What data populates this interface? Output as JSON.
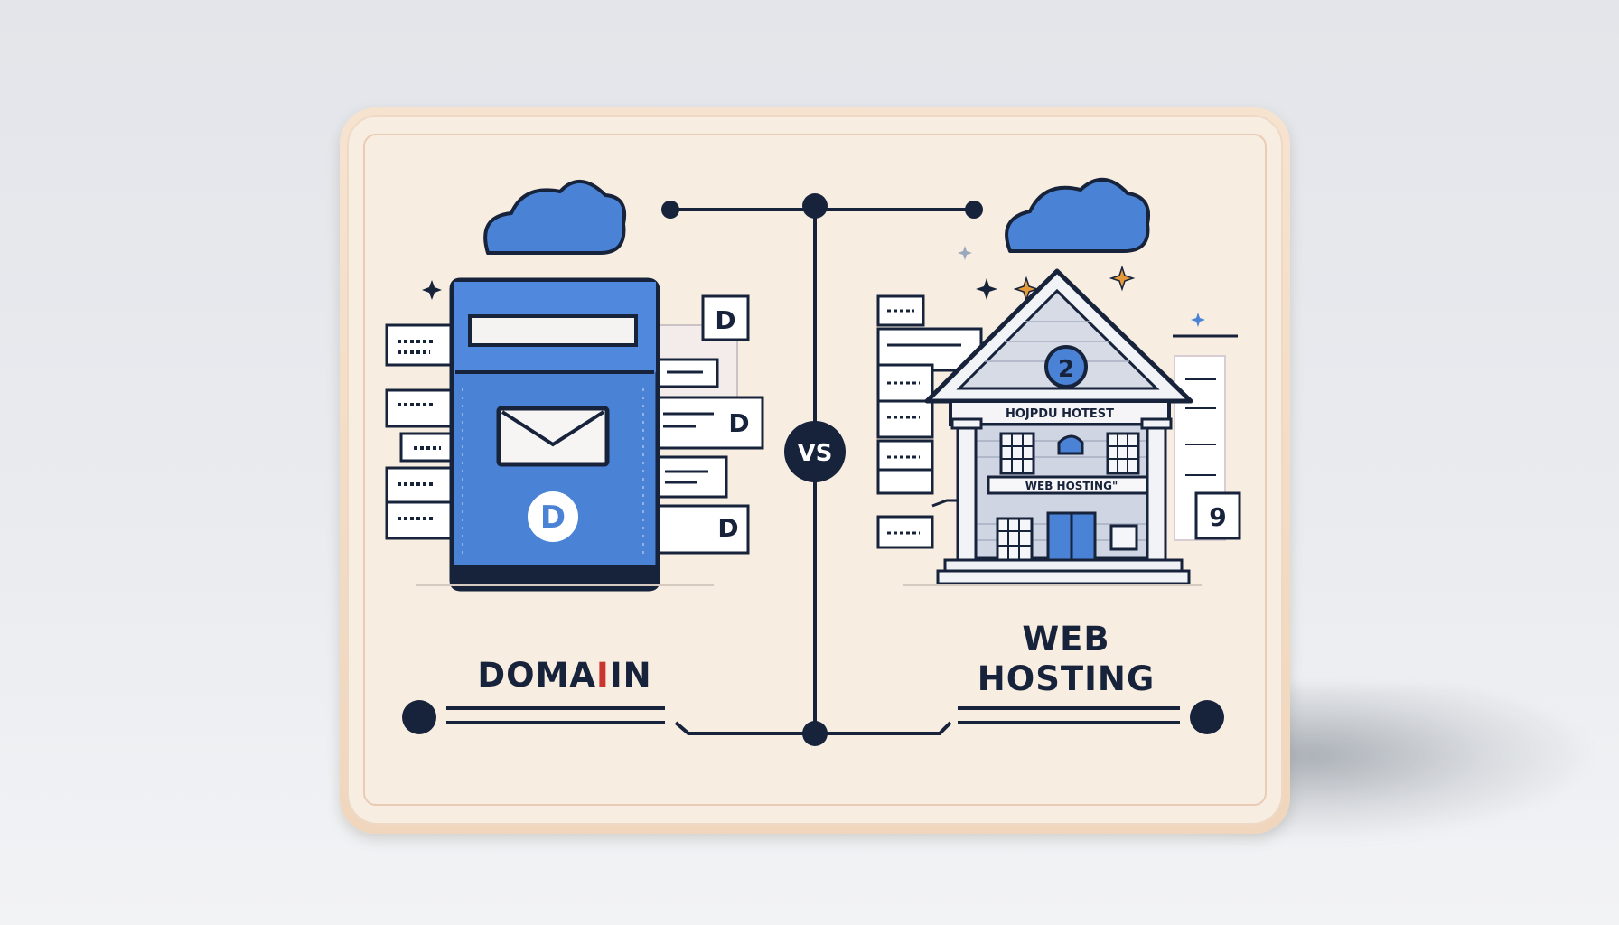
{
  "labels": {
    "domain_prefix": "DOMA",
    "domain_highlight": "I",
    "domain_suffix": "IN",
    "web_line1": "WEB",
    "web_line2": "HOSTING",
    "vs": "VS",
    "mailbox_badge": "D",
    "tab_letter": "D",
    "building_number": "2",
    "building_sign": "HOJPDU HOTEST",
    "building_banner": "WEB HOSTING\"",
    "side_number": "9"
  },
  "colors": {
    "navy": "#17223b",
    "blue": "#4a83d6",
    "highlight_red": "#c8362f",
    "card": "#f7ede0"
  },
  "icons": [
    "cloud-icon",
    "mailbox-icon",
    "envelope-icon",
    "house-icon",
    "sparkle-icon"
  ]
}
